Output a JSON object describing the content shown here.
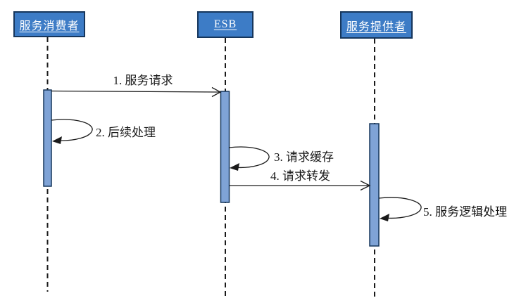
{
  "diagram": {
    "kind": "uml-sequence-diagram",
    "actors": [
      {
        "id": "consumer",
        "label": "服务消费者"
      },
      {
        "id": "esb",
        "label": "ESB"
      },
      {
        "id": "provider",
        "label": "服务提供者"
      }
    ],
    "messages": [
      {
        "num": 1,
        "label": "1. 服务请求",
        "from": "consumer",
        "to": "esb",
        "style": "open-arrow"
      },
      {
        "num": 2,
        "label": "2. 后续处理",
        "from": "consumer",
        "to": "consumer",
        "style": "self-loop"
      },
      {
        "num": 3,
        "label": "3. 请求缓存",
        "from": "esb",
        "to": "esb",
        "style": "self-loop"
      },
      {
        "num": 4,
        "label": "4. 请求转发",
        "from": "esb",
        "to": "provider",
        "style": "open-arrow"
      },
      {
        "num": 5,
        "label": "5. 服务逻辑处理",
        "from": "provider",
        "to": "provider",
        "style": "self-loop"
      }
    ],
    "colors": {
      "actor_fill": "#3d7cc6",
      "actor_border": "#16365c",
      "actor_text": "#ffffff",
      "activation_fill": "#7fa3d6",
      "activation_border": "#16365c",
      "line": "#1a1a1a",
      "label_text": "#1a1a1a",
      "background": "#ffffff"
    }
  }
}
